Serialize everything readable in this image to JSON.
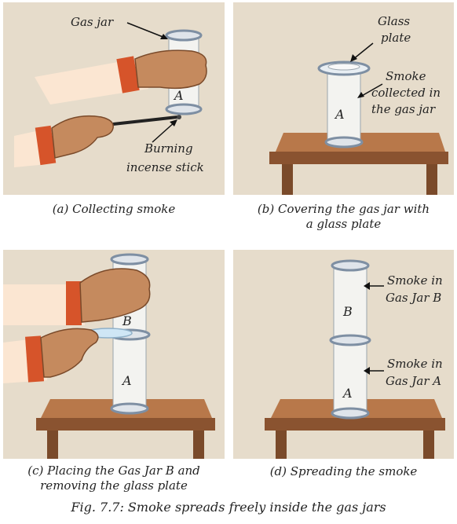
{
  "colors": {
    "panel_bg": "#e6dccb",
    "table_top": "#b8784a",
    "table_edge": "#8a5330",
    "glass": "#f3f3f0",
    "rim": "#8a9bb0",
    "skin": "#c58a5e",
    "sleeve": "#fbe6d2",
    "cuff": "#d6542a"
  },
  "panels": {
    "a": {
      "caption": "(a) Collecting smoke",
      "label_gas_jar": "Gas jar",
      "label_burning": "Burning",
      "label_incense": "incense stick",
      "jar_letter": "A"
    },
    "b": {
      "caption_line1": "(b) Covering the gas jar with",
      "caption_line2": "a glass plate",
      "label_glass": "Glass",
      "label_plate": "plate",
      "label_smoke1": "Smoke",
      "label_smoke2": "collected in",
      "label_smoke3": "the gas jar",
      "jar_letter": "A"
    },
    "c": {
      "caption_line1": "(c) Placing the Gas Jar B and",
      "caption_line2": "removing the glass plate",
      "jar_letter_top": "B",
      "jar_letter_bottom": "A"
    },
    "d": {
      "caption": "(d) Spreading the smoke",
      "label_b1": "Smoke in",
      "label_b2": "Gas Jar B",
      "label_a1": "Smoke in",
      "label_a2": "Gas Jar A",
      "jar_letter_top": "B",
      "jar_letter_bottom": "A"
    }
  },
  "figure_caption": "Fig. 7.7: Smoke spreads freely inside the gas jars"
}
